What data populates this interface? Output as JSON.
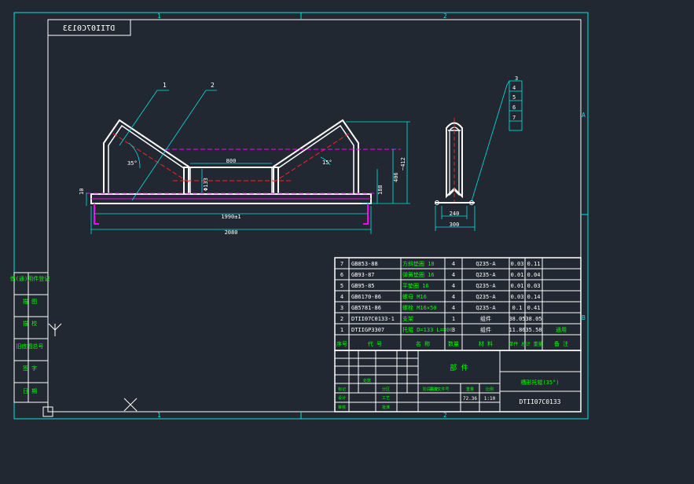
{
  "drawing": {
    "title_stamp": "DTII07C0133",
    "zone_numbers": {
      "top_1": "1",
      "top_2": "2",
      "bottom_1": "1",
      "bottom_2": "2",
      "right_A": "A",
      "right_B": "B"
    }
  },
  "front_view": {
    "balloons": [
      "1",
      "2"
    ],
    "dims": {
      "d800": "800",
      "d133": "Φ133",
      "d10": "10",
      "d1990": "1990±1",
      "d2080": "2080",
      "d188": "188",
      "d406": "406",
      "d412": "~412",
      "angle_left": "35°",
      "angle_right": "15°"
    }
  },
  "side_view": {
    "balloons": [
      "3",
      "4",
      "5",
      "6",
      "7"
    ],
    "dims": {
      "d240": "240",
      "d300": "300"
    }
  },
  "parts_list": {
    "rows": [
      {
        "no": "7",
        "code": "GB853-88",
        "name": "方斜垫圈 18",
        "qty": "4",
        "material": "Q235-A",
        "w1": "0.03",
        "w2": "0.11",
        "note": ""
      },
      {
        "no": "6",
        "code": "GB93-87",
        "name": "弹簧垫圈 16",
        "qty": "4",
        "material": "Q235-A",
        "w1": "0.01",
        "w2": "0.04",
        "note": ""
      },
      {
        "no": "5",
        "code": "GB95-85",
        "name": "平垫圈 16",
        "qty": "4",
        "material": "Q235-A",
        "w1": "0.01",
        "w2": "0.03",
        "note": ""
      },
      {
        "no": "4",
        "code": "GB6170-86",
        "name": "螺母 M16",
        "qty": "4",
        "material": "Q235-A",
        "w1": "0.03",
        "w2": "0.14",
        "note": ""
      },
      {
        "no": "3",
        "code": "GB5781-86",
        "name": "螺栓 M16×50",
        "qty": "4",
        "material": "Q235-A",
        "w1": "0.1",
        "w2": "0.41",
        "note": ""
      },
      {
        "no": "2",
        "code": "DTII07C0133-1",
        "name": "支架",
        "qty": "1",
        "material": "组件",
        "w1": "38.05",
        "w2": "38.05",
        "note": ""
      },
      {
        "no": "1",
        "code": "DTIIGP3307",
        "name": "托辊 D=133 L=800",
        "qty": "3",
        "material": "组件",
        "w1": "11.86",
        "w2": "35.58",
        "note": "通用"
      }
    ],
    "header": {
      "no": "序号",
      "code": "代 号",
      "name": "名 称",
      "qty": "数量",
      "material": "材 料",
      "weight": "单件 总计 重量",
      "note": "备 注"
    }
  },
  "title_block": {
    "part_label": "部 件",
    "part_name": "槽形托辊(35°)",
    "drawing_no": "DTII07C0133",
    "labels": [
      "标记",
      "处数",
      "分区",
      "更改文件号",
      "设计",
      "审核",
      "工艺",
      "批准",
      "阶段标记",
      "重量",
      "比例"
    ],
    "weight": "72.36",
    "scale": "1:10"
  },
  "left_strip": [
    "借(通)用件登记",
    "描 图",
    "描 校",
    "旧底图总号",
    "签 字",
    "日 期"
  ]
}
